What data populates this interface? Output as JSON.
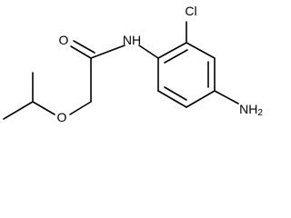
{
  "molecule": {
    "atoms": {
      "carbonyl_oxygen": "O",
      "amide_nitrogen": "NH",
      "chlorine": "Cl",
      "ether_oxygen": "O",
      "amino_group": "NH",
      "amino_subscript": "2"
    },
    "colors": {
      "bond": "#000000",
      "label": "#000000",
      "background": "#ffffff"
    }
  }
}
